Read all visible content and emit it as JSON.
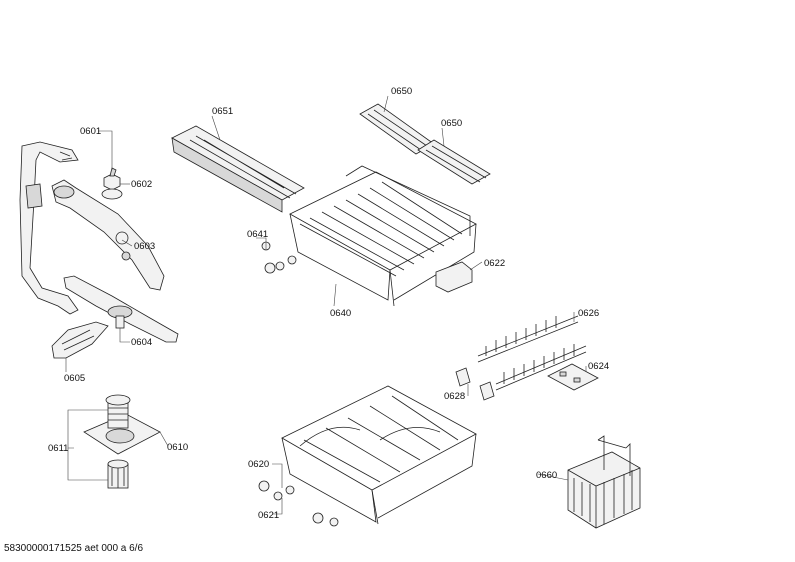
{
  "labels": {
    "p0601": "0601",
    "p0602": "0602",
    "p0603": "0603",
    "p0604": "0604",
    "p0605": "0605",
    "p0610": "0610",
    "p0611": "0611",
    "p0620": "0620",
    "p0621": "0621",
    "p0622": "0622",
    "p0624": "0624",
    "p0626": "0626",
    "p0628": "0628",
    "p0640": "0640",
    "p0641": "0641",
    "p0650a": "0650",
    "p0650b": "0650",
    "p0651": "0651",
    "p0660": "0660"
  },
  "footer": "58300000171525 aet 000 a 6/6"
}
